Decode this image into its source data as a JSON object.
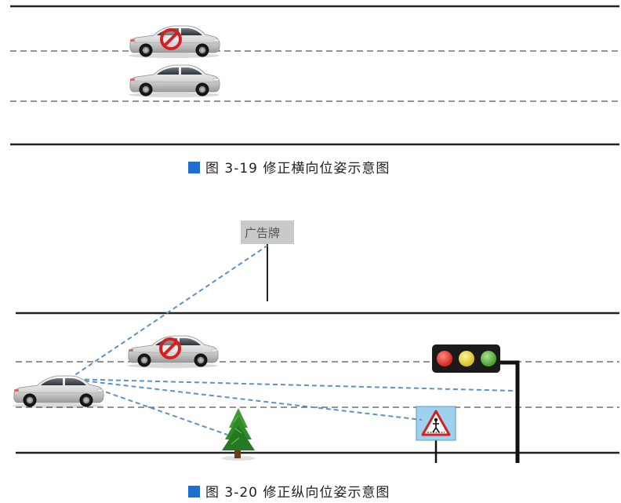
{
  "figure_3_19": {
    "caption": "图 3-19   修正横向位姿示意图"
  },
  "figure_3_20": {
    "caption": "图 3-20   修正纵向位姿示意图",
    "billboard_label": "广告牌"
  },
  "colors": {
    "caption_square": "#1f6fd1",
    "sight_line": "#5b93c9",
    "road_line": "#222222",
    "lane_dash": "#555555",
    "light_red": "#e8322b",
    "light_yellow": "#e8d62b",
    "light_green": "#5cb33c",
    "prohibit_red": "#d62020"
  },
  "icons": [
    "car-icon",
    "no-entry-icon",
    "billboard-icon",
    "traffic-light-icon",
    "tree-icon",
    "pedestrian-crossing-sign-icon"
  ]
}
